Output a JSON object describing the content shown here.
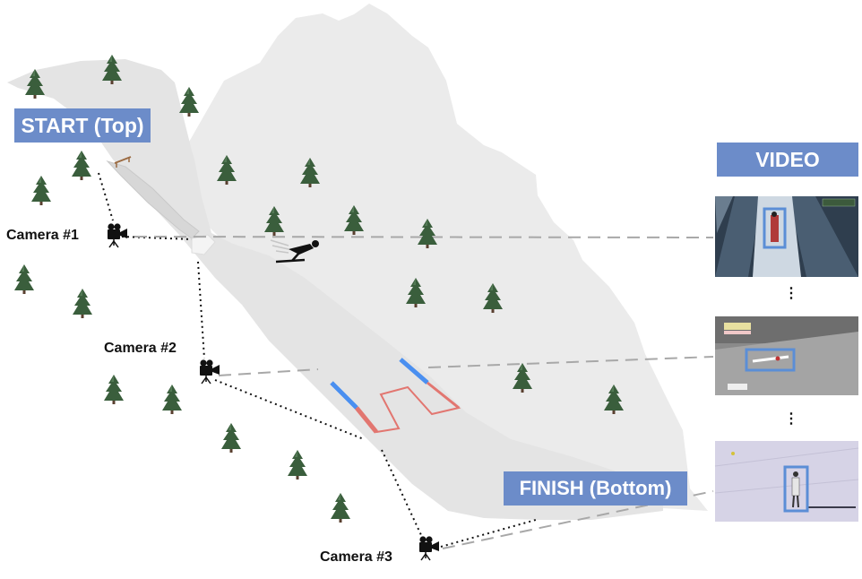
{
  "labels": {
    "start": "START (Top)",
    "finish": "FINISH (Bottom)",
    "video": "VIDEO"
  },
  "cameras": [
    {
      "label": "Camera #1"
    },
    {
      "label": "Camera #2"
    },
    {
      "label": "Camera #3"
    }
  ],
  "video_frames": [
    {
      "overlay_text": "",
      "content": "top-down view of jumper in inrun"
    },
    {
      "overlay_text": "",
      "content": "jumper in flight over landing slope"
    },
    {
      "overlay_text": "",
      "content": "jumper standing at finish"
    }
  ],
  "ellipsis": "⋮",
  "colors": {
    "label_bg": "#6c8cc9",
    "mountain": "#ebebeb",
    "hill": "#e5e5e5",
    "tree": "#3a5e3c",
    "k_line": "#4a8ff0",
    "landing_zone": "#e27670",
    "connector": "#a8a8a8"
  }
}
